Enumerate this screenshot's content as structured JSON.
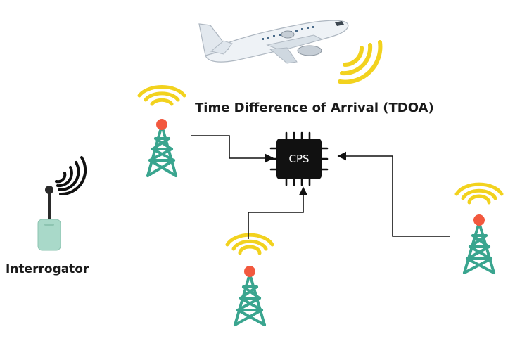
{
  "diagram": {
    "title": "Time Difference of Arrival (TDOA)",
    "processor_label": "CPS",
    "interrogator_label": "Interrogator"
  },
  "colors": {
    "signal_waves": "#f2d21e",
    "tower_body": "#3aa58f",
    "tower_beacon": "#f2583e",
    "processor_chip": "#111111",
    "connector_lines": "#111111",
    "interrogator_body": "#a9d9c9",
    "interrogator_antenna": "#2b2b2b",
    "interrogator_waves": "#111111",
    "aircraft_body": "#eef2f6"
  },
  "icons": [
    "aircraft-icon",
    "radio-tower-icon",
    "processor-chip-icon",
    "handheld-transmitter-icon",
    "signal-waves-icon"
  ]
}
